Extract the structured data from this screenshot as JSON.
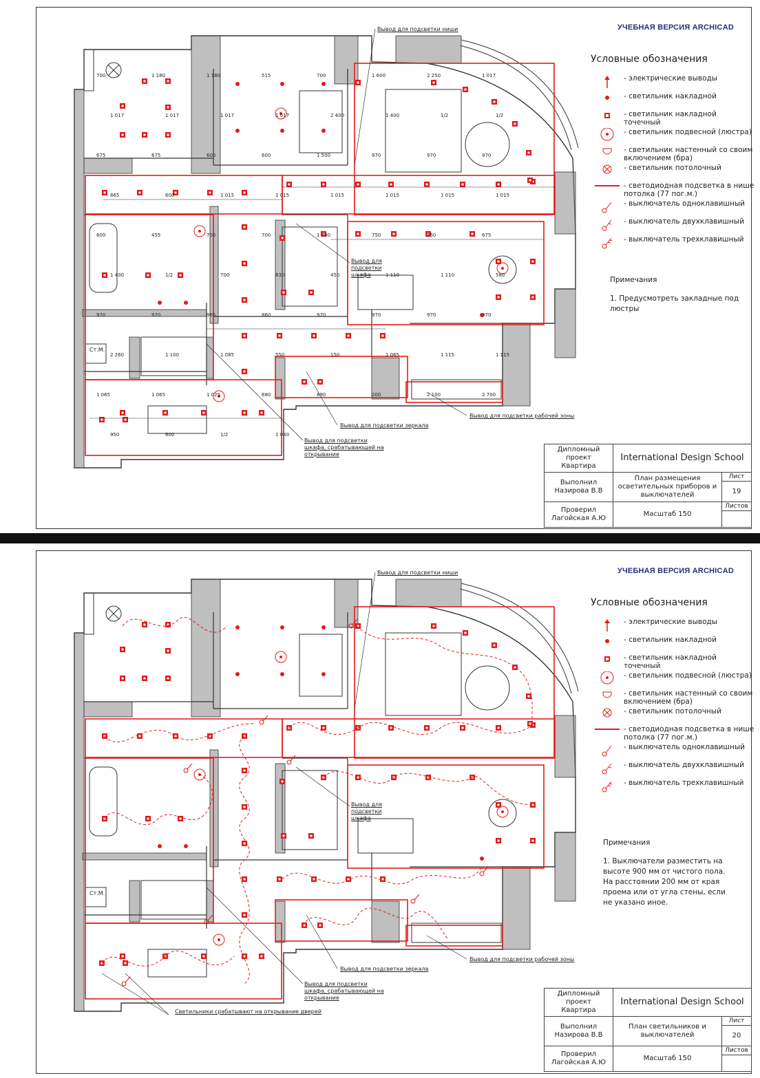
{
  "brand": "УЧЕБНАЯ ВЕРСИЯ ARCHICAD",
  "legend": {
    "title": "Условные обозначения",
    "items": [
      {
        "id": "outlet",
        "label": "-  электрические выводы"
      },
      {
        "id": "surface",
        "label": "-  светильник накладной"
      },
      {
        "id": "spot",
        "label": "-  светильник накладной точечный"
      },
      {
        "id": "pendant",
        "label": "-  светильник подвесной (люстра)"
      },
      {
        "id": "sconce",
        "label": "-  светильник настенный со своим включением (бра)"
      },
      {
        "id": "ceiling",
        "label": "-  светильник потолочный"
      },
      {
        "id": "led",
        "label": "-  светодиодная подсветка в нише потолка (77 пог.м.)"
      },
      {
        "id": "switch1",
        "label": "-  выключатель одноклавишный"
      },
      {
        "id": "switch2",
        "label": "-  выключатель двухклавишный"
      },
      {
        "id": "switch3",
        "label": "-  выключатель трехклавишный"
      }
    ]
  },
  "colors": {
    "red": "#e31b1b",
    "wall": "#8a8a8a",
    "line": "#333333",
    "brand": "#23307a"
  },
  "callouts": {
    "niche": "Вывод для подсветки ниши",
    "wardrobe": "Вывод для подсветки шкафа",
    "mirror": "Вывод для подсветки зеркала",
    "worktop": "Вывод для подсветки рабочей зоны",
    "wardrobe_open": "Вывод для подсветки шкафа, срабатывающей на открывание",
    "doors": "Светильники срабатывают на открывание дверей",
    "stm": "Ст.М."
  },
  "sheets": [
    {
      "id": "sheet19",
      "notes_title": "Примечания",
      "notes_text": "1. Предусмотреть закладные под люстры",
      "dims": [
        "700",
        "1 180",
        "1 180",
        "515",
        "700",
        "1 600",
        "2 250",
        "1 017",
        "1 017",
        "1 017",
        "1 017",
        "1 017",
        "2 400",
        "1 400",
        "1/2",
        "1/2",
        "675",
        "675",
        "600",
        "600",
        "1 500",
        "970",
        "970",
        "970",
        "865",
        "600",
        "1 015",
        "1 015",
        "1 015",
        "1 015",
        "1 015",
        "1 015",
        "600",
        "455",
        "700",
        "700",
        "1 700",
        "750",
        "250",
        "675",
        "1 400",
        "1/2",
        "700",
        "830",
        "450",
        "1 110",
        "1 110",
        "580",
        "970",
        "970",
        "965",
        "860",
        "970",
        "970",
        "970",
        "970",
        "2 260",
        "1 100",
        "1 085",
        "550",
        "150",
        "1 065",
        "1 115",
        "1 115",
        "1 065",
        "1 065",
        "1 025",
        "680",
        "690",
        "200",
        "2 100",
        "2 700",
        "950",
        "600",
        "1/2",
        "1 040"
      ],
      "stamp": {
        "project": "Дипломный проект\nКвартира",
        "school": "International Design School",
        "done_by": "Выполнил\nНазирова В.В",
        "title": "План размещения осветительных приборов и выключателей",
        "sheet_label": "Лист",
        "sheet_number": "19",
        "checked_by": "Проверил\nЛагойская А.Ю",
        "scale": "Масштаб 150",
        "sheets_label": "Листов"
      }
    },
    {
      "id": "sheet20",
      "notes_title": "Примечания",
      "notes_text": "1. Выключатели разместить на высоте 900 мм от чистого пола. На расстоянии 200 мм от края проема или от угла стены, если не указано иное.",
      "stamp": {
        "project": "Дипломный проект\nКвартира",
        "school": "International Design School",
        "done_by": "Выполнил\nНазирова В.В",
        "title": "План светильников и выключателей",
        "sheet_label": "Лист",
        "sheet_number": "20",
        "checked_by": "Проверил\nЛагойская А.Ю",
        "scale": "Масштаб 150",
        "sheets_label": "Листов"
      }
    }
  ]
}
